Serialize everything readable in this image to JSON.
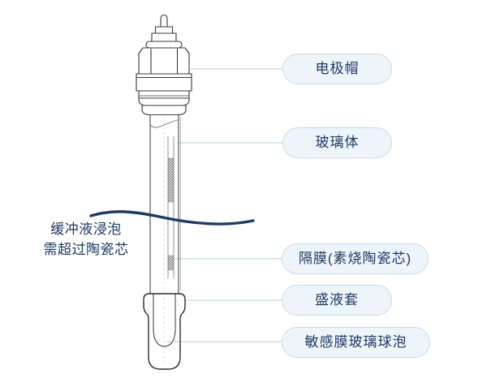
{
  "diagram": {
    "subject": "pH glass electrode structure diagram",
    "annotation": {
      "line1": "缓冲液浸泡",
      "line2": "需超过陶瓷芯"
    },
    "labels": [
      {
        "id": "electrode-cap",
        "text": "电极帽"
      },
      {
        "id": "glass-body",
        "text": "玻璃体"
      },
      {
        "id": "diaphragm-ceramic-core",
        "text": "隔膜(素烧陶瓷芯)"
      },
      {
        "id": "liquid-sleeve",
        "text": "盛液套"
      },
      {
        "id": "sensitive-glass-bulb",
        "text": "敏感膜玻璃球泡"
      }
    ],
    "colors": {
      "label_text": "#1f3864",
      "label_fill": "#edf5fb",
      "label_border": "#c6dded",
      "leader_line": "#b5cfdf",
      "liquid_level_line": "#1f3a63",
      "electrode_outline": "#3a3a3a",
      "background": "#ffffff"
    }
  }
}
